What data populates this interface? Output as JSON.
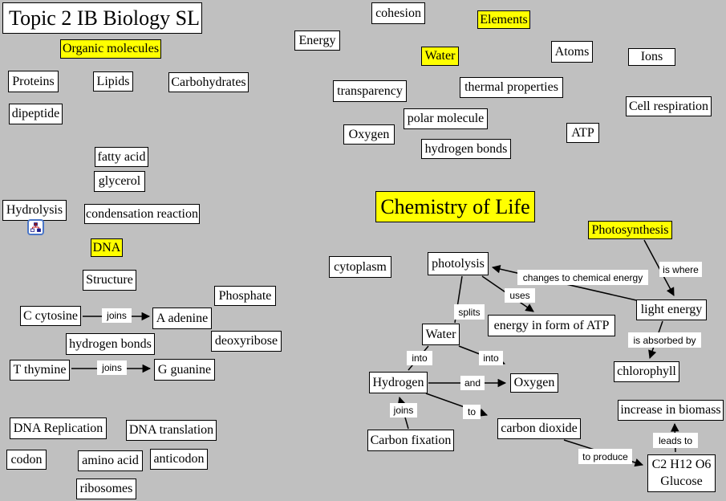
{
  "app": {
    "description": "concept map canvas"
  },
  "colors": {
    "background": "#c0c0c0",
    "node_background": "#ffffff",
    "node_border": "#000000",
    "highlight": "#ffff00",
    "connector": "#000000",
    "subdocument_icon_border": "#4a76c8"
  },
  "icons": {
    "hydrolysis_subdocument": "tree-diagram-icon"
  },
  "nodes": {
    "topic_title": "Topic 2 IB Biology SL",
    "organic_molecules": "Organic molecules",
    "cohesion": "cohesion",
    "elements": "Elements",
    "energy": "Energy",
    "water_properties": "Water",
    "atoms": "Atoms",
    "ions": "Ions",
    "proteins": "Proteins",
    "lipids": "Lipids",
    "carbohydrates": "Carbohydrates",
    "transparency": "transparency",
    "thermal_properties": "thermal properties",
    "cell_respiration": "Cell respiration",
    "dipeptide": "dipeptide",
    "polar_molecule": "polar molecule",
    "oxygen_property": "Oxygen",
    "atp": "ATP",
    "hydrogen_bonds_water": "hydrogen bonds",
    "fatty_acid": "fatty acid",
    "glycerol": "glycerol",
    "hydrolysis": "Hydrolysis",
    "condensation_reaction": "condensation reaction",
    "dna": "DNA",
    "chemistry_of_life": "Chemistry of Life",
    "photosynthesis": "Photosynthesis",
    "cytoplasm": "cytoplasm",
    "photolysis": "photolysis",
    "structure": "Structure",
    "phosphate": "Phosphate",
    "c_cytosine": "C cytosine",
    "a_adenine": "A adenine",
    "energy_atp": "energy in form of ATP",
    "light_energy": "light energy",
    "water_split": "Water",
    "hydrogen_bonds_dna": "hydrogen bonds",
    "deoxyribose": "deoxyribose",
    "t_thymine": "T thymine",
    "g_guanine": "G guanine",
    "chlorophyll": "chlorophyll",
    "hydrogen": "Hydrogen",
    "oxygen_product": "Oxygen",
    "increase_in_biomass": "increase in biomass",
    "dna_replication": "DNA Replication",
    "dna_translation": "DNA translation",
    "carbon_dioxide": "carbon dioxide",
    "carbon_fixation": "Carbon fixation",
    "codon": "codon",
    "amino_acid": "amino acid",
    "anticodon": "anticodon",
    "glucose": "C2 H12 O6 Glucose",
    "ribosomes": "ribosomes"
  },
  "link_labels": {
    "joins_cytosine_adenine": "joins",
    "joins_thymine_guanine": "joins",
    "is_where": "is where",
    "changes_to_chemical_energy": "changes to chemical energy",
    "uses": "uses",
    "splits": "splits",
    "into_hydrogen": "into",
    "into_oxygen": "into",
    "and": "and",
    "joins_fixation": "joins",
    "to": "to",
    "is_absorbed_by": "is absorbed by",
    "leads_to": "leads to",
    "to_produce": "to produce"
  }
}
